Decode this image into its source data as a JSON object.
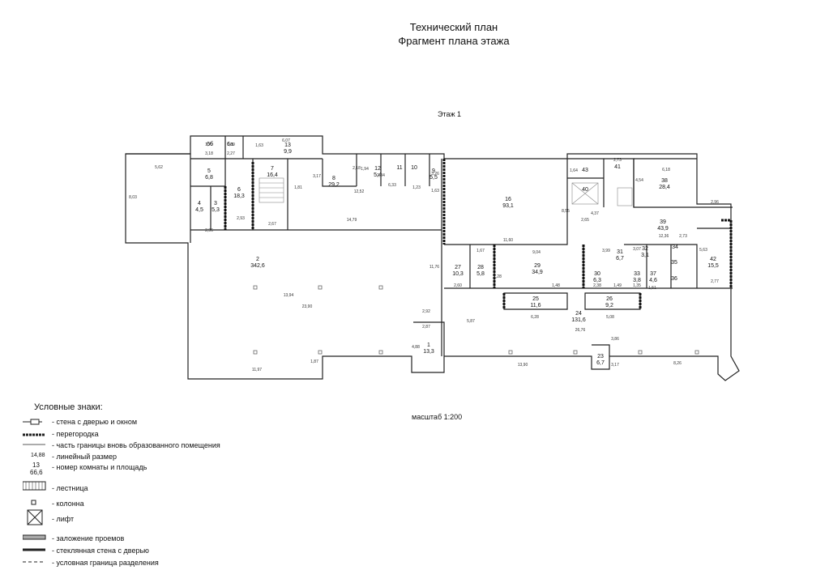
{
  "header": {
    "title_line1": "Технический план",
    "title_line2": "Фрагмент плана этажа",
    "floor": "Этаж 1",
    "scale": "масштаб 1:200"
  },
  "rooms": [
    {
      "id": "room-2",
      "num": "2",
      "area": "342,6"
    },
    {
      "id": "room-16",
      "num": "16",
      "area": "93,1"
    },
    {
      "id": "room-24",
      "num": "24",
      "area": "131,6"
    },
    {
      "id": "room-39",
      "num": "39",
      "area": "43,9"
    },
    {
      "id": "room-38",
      "num": "38",
      "area": "28,4"
    },
    {
      "id": "room-29",
      "num": "29",
      "area": "34,9"
    },
    {
      "id": "room-8",
      "num": "8",
      "area": "29,2"
    },
    {
      "id": "room-6",
      "num": "6",
      "area": "18,3"
    },
    {
      "id": "room-7",
      "num": "7",
      "area": "16,4"
    },
    {
      "id": "room-42",
      "num": "42",
      "area": "15,5"
    },
    {
      "id": "room-1",
      "num": "1",
      "area": "13,3"
    },
    {
      "id": "room-25",
      "num": "25",
      "area": "11,6"
    },
    {
      "id": "room-27",
      "num": "27",
      "area": "10,3"
    },
    {
      "id": "room-13",
      "num": "13",
      "area": "9,9"
    },
    {
      "id": "room-26",
      "num": "26",
      "area": "9,2"
    },
    {
      "id": "room-31",
      "num": "31",
      "area": "6,7"
    },
    {
      "id": "room-5",
      "num": "5",
      "area": "6,8"
    },
    {
      "id": "room-30",
      "num": "30",
      "area": "6,3"
    },
    {
      "id": "room-23",
      "num": "23",
      "area": "6,7"
    },
    {
      "id": "room-28",
      "num": "28",
      "area": "5,8"
    },
    {
      "id": "room-9",
      "num": "9",
      "area": "5,5"
    },
    {
      "id": "room-12",
      "num": "12",
      "area": "5,4"
    },
    {
      "id": "room-3",
      "num": "3",
      "area": "5,3"
    },
    {
      "id": "room-4",
      "num": "4",
      "area": "4,5"
    },
    {
      "id": "room-37",
      "num": "37",
      "area": "4,6"
    },
    {
      "id": "room-33",
      "num": "33",
      "area": "3,8"
    },
    {
      "id": "room-32",
      "num": "32",
      "area": "3,1"
    },
    {
      "id": "room-41",
      "num": "41",
      "area": ""
    },
    {
      "id": "room-43",
      "num": "43",
      "area": ""
    },
    {
      "id": "room-40",
      "num": "40",
      "area": ""
    },
    {
      "id": "room-34",
      "num": "34",
      "area": ""
    },
    {
      "id": "room-35",
      "num": "35",
      "area": ""
    },
    {
      "id": "room-36",
      "num": "36",
      "area": ""
    },
    {
      "id": "room-10",
      "num": "10",
      "area": ""
    },
    {
      "id": "room-11",
      "num": "11",
      "area": ""
    },
    {
      "id": "room-6b",
      "num": "6б",
      "area": ""
    },
    {
      "id": "room-6a",
      "num": "6а",
      "area": ""
    }
  ],
  "dimensions": [
    "5,62",
    "8,03",
    "14,79",
    "13,94",
    "23,90",
    "11,97",
    "1,87",
    "12,52",
    "11,60",
    "9,04",
    "26,76",
    "13,90",
    "8,26",
    "6,28",
    "5,08",
    "12,36",
    "6,18",
    "4,37",
    "2,65",
    "2,73",
    "2,96",
    "5,63",
    "2,77",
    "3,17",
    "6,07",
    "3,18",
    "2,27",
    "2,93",
    "2,67",
    "2,96",
    "6,33",
    "2,84",
    "3,86",
    "3,17",
    "2,92",
    "2,87",
    "4,88",
    "11,76",
    "2,60",
    "1,67",
    "1,28",
    "3,99",
    "3,07",
    "1,51",
    "2,38",
    "1,49",
    "1,35",
    "1,48",
    "5,87",
    "8,55",
    "1,64",
    "2,73",
    "4,54",
    "1,63",
    "1,81",
    "1,70",
    "1,69",
    "1,63",
    "2,18",
    "1,94",
    "3,26",
    "1,23"
  ],
  "legend": {
    "title": "Условные знаки:",
    "items": [
      "- стена с дверью и окном",
      "- перегородка",
      "- часть границы вновь образованного помещения",
      "- линейный размер",
      "- номер комнаты и площадь",
      "- лестница",
      "- колонна",
      "- лифт",
      "- заложение проемов",
      "- стеклянная стена с дверью",
      "- условная граница разделения"
    ],
    "sample_dim": "14,88",
    "sample_num": "13",
    "sample_area": "66,6"
  }
}
